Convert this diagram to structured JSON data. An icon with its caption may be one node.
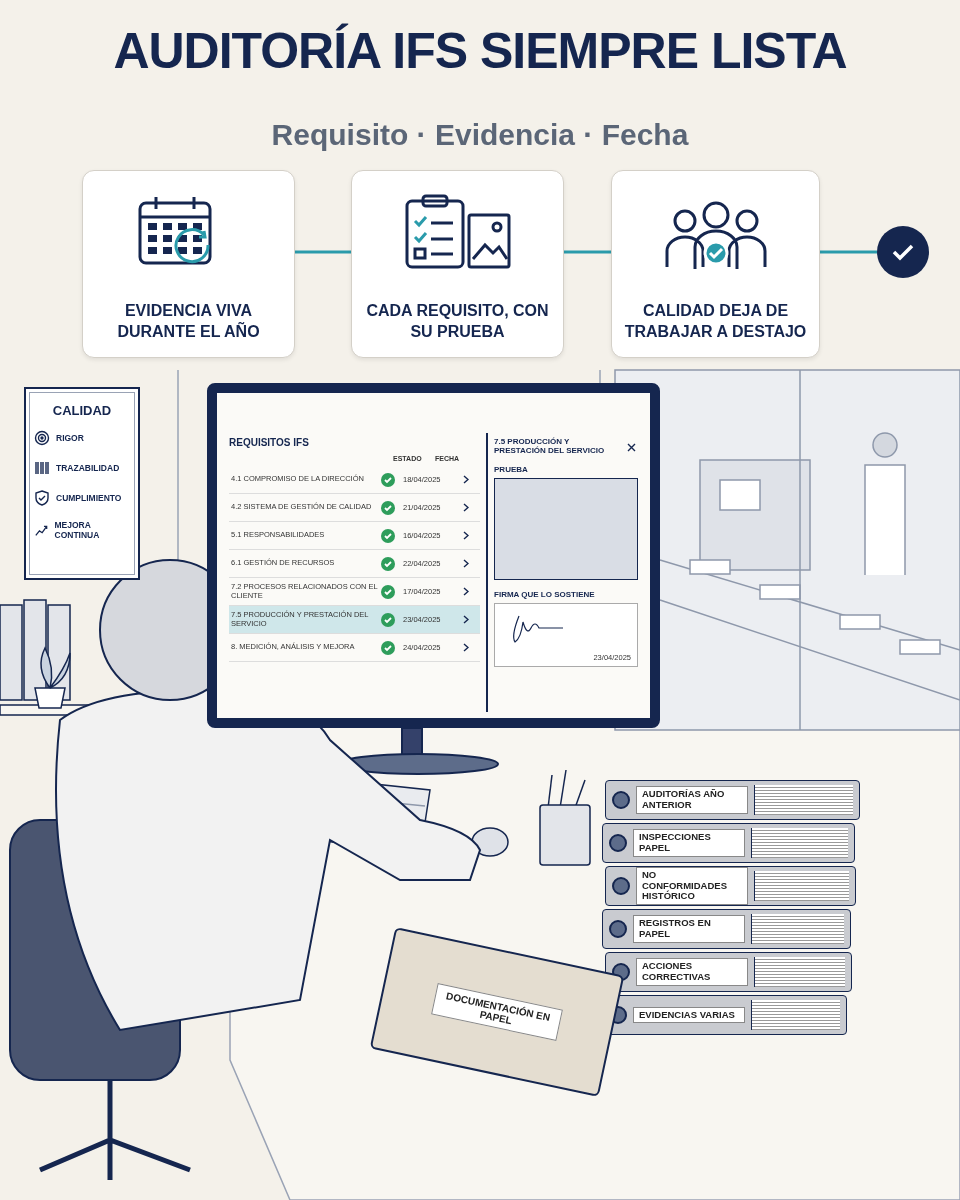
{
  "diagram": {
    "title": "AUDITORÍA IFS SIEMPRE LISTA",
    "nodes": [
      {
        "text": [
          "EVIDENCIA VIVA DURANTE EL AÑO"
        ]
      },
      {
        "text": [
          "CADA REQUISITO, CON SU PRUEBA"
        ]
      },
      {
        "text": [
          "CALIDAD DEJA DE TRABAJAR A DESTAJO"
        ]
      },
      {
        "text": [],
        "shape": "circle"
      }
    ],
    "edges": [
      {
        "from": 0,
        "to": 1,
        "arrow": "none"
      },
      {
        "from": 1,
        "to": 2,
        "arrow": "none"
      },
      {
        "from": 2,
        "to": 3,
        "arrow": "none"
      }
    ],
    "labels": [
      "Requisito · Evidencia · Fecha",
      "CALIDAD",
      "RIGOR",
      "TRAZABILIDAD",
      "CUMPLIMIENTO",
      "MEJORA CONTINUA",
      "REQUISITOS IFS",
      "ESTADO",
      "FECHA",
      "4.1 COMPROMISO DE LA DIRECCIÓN",
      "18/04/2025",
      "4.2 SISTEMA DE GESTIÓN DE CALIDAD",
      "21/04/2025",
      "5.1 RESPONSABILIDADES",
      "16/04/2025",
      "6.1 GESTIÓN DE RECURSOS",
      "22/04/2025",
      "7.2 PROCESOS RELACIONADOS CON EL CLIENTE",
      "17/04/2025",
      "7.5 PRODUCCIÓN Y PRESTACIÓN DEL SERVICIO",
      "23/04/2025",
      "8. MEDICIÓN, ANÁLISIS Y MEJORA",
      "24/04/2025",
      "7.5 PRODUCCIÓN Y PRESTACIÓN DEL SERVICIO",
      "PRUEBA",
      "FIRMA QUE LO SOSTIENE",
      "23/04/2025",
      "AUDITORÍAS AÑO ANTERIOR",
      "INSPECCIONES PAPEL",
      "NO CONFORMIDADES HISTÓRICO",
      "REGISTROS EN PAPEL",
      "ACCIONES CORRECTIVAS",
      "EVIDENCIAS VARIAS",
      "DOCUMENTACIÓN EN PAPEL"
    ]
  }
}
